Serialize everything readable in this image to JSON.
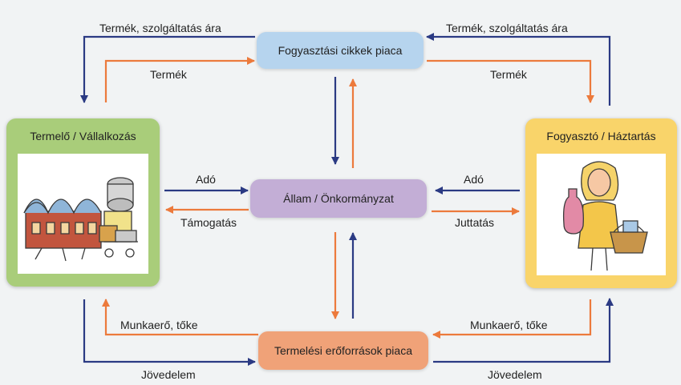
{
  "nodes": {
    "consumer_goods_market": "Fogyasztási cikkek piaca",
    "state": "Állam / Önkormányzat",
    "factor_market": "Termelési erőforrások piaca",
    "producer": "Termelő / Vállalkozás",
    "household": "Fogyasztó / Háztartás"
  },
  "labels": {
    "top_left_price": "Termék, szolgáltatás ára",
    "top_left_product": "Termék",
    "top_right_price": "Termék, szolgáltatás ára",
    "top_right_product": "Termék",
    "mid_left_tax": "Adó",
    "mid_left_subsidy": "Támogatás",
    "mid_right_tax": "Adó",
    "mid_right_transfer": "Juttatás",
    "bottom_left_labor": "Munkaerő, tőke",
    "bottom_left_income": "Jövedelem",
    "bottom_right_labor": "Munkaerő, tőke",
    "bottom_right_income": "Jövedelem"
  },
  "colors": {
    "navy_arrow": "#2b3a83",
    "orange_arrow": "#ec7a3c",
    "consumer_market_fill": "#b6d4ee",
    "state_fill": "#c3aed6",
    "factor_market_fill": "#f0a278",
    "producer_panel": "#a9cd7a",
    "household_panel": "#f9d46a"
  },
  "icons": {
    "producer_illustration": "factory-with-shopping-cart",
    "household_illustration": "woman-with-shopping-basket"
  }
}
